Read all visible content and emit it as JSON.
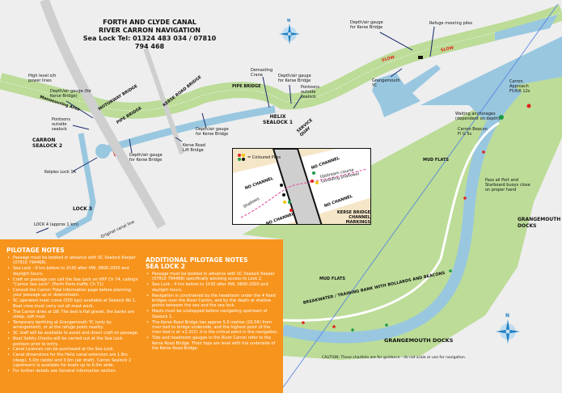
{
  "title": {
    "line1": "FORTH AND CLYDE CANAL",
    "line2": "RIVER CARRON NAVIGATION",
    "line3": "Sea Lock Tel: 01324 483 034 / 07810 794 468"
  },
  "colors": {
    "canal_bank": "#bcdc98",
    "water": "#99c7e0",
    "land": "#eeeeee",
    "notes_bg": "#f7941d",
    "slow": "#e2231a",
    "bridge": "#cfcfcf",
    "compass": "#1f7fc0"
  },
  "compass": {
    "north": "N"
  },
  "labels": {
    "power_lines": "High level o/h\npower lines",
    "gauge_for": "Depth/air gauge (for\nKerse Bridge)",
    "manoeuvring": "Manoeuvring Area",
    "pontoons_left": "Pontoons\noutside\nsealock",
    "motorway_bridge": "MOTORWAY BRIDGE",
    "pipe_bridge_left": "PIPE BRIDGE",
    "kerse_road_bridge": "KERSE ROAD BRIDGE",
    "pipe_bridge": "PIPE BRIDGE",
    "demasting_crane": "Demasting\nCrane",
    "gauge_helix": "Depth/air gauge\nfor Kerse Bridge",
    "pontoons_helix": "Pontoons\noutside\nsealock",
    "helix_sealock": "HELIX\nSEALOCK 1",
    "service_quay": "SERVICE\nQUAY",
    "gauge_mid": "Depth/air gauge\nfor Kerse Bridge",
    "kerse_lift": "Kerse Road\nLift Bridge",
    "gauge_low": "Depth/air gauge\nfor Kerse Bridge",
    "carron_sealock2": "CARRON\nSEALOCK 2",
    "kelpies": "Kelpies Lock 1A",
    "lock3": "LOCK 3",
    "lock4": "LOCK 4 (approx 1 km)",
    "original_canal": "Original canal line",
    "gauge_top": "Depth/air gauge\nfor Kerse Bridge",
    "refuge": "Refuge mooring piles",
    "slow1": "SLOW",
    "slow2": "SLOW",
    "grangemouth_yc": "Grangemouth\nYC",
    "carron_approach": "Carron\nApproach\nFl(4)R 12s",
    "waiting": "Waiting anchorages\n(dependant on depth)",
    "carron_beacon": "Carron Beacon\nFl G 5s",
    "mud_flats_1": "MUD FLATS",
    "pass_buoys": "Pass all Port and\nStarboard buoys close\non proper hand",
    "grangemouth_docks_right": "GRANGEMOUTH\nDOCKS",
    "mud_flats_2": "MUD FLATS",
    "breakwater": "BREAKWATER / TRAINING BANK WITH BOLLARDS AND BEACONS",
    "grangemouth_docks_bottom": "GRANGEMOUTH DOCKS",
    "caution": "CAUTION: These chartlets are for guidance - do not scale or use for navigation."
  },
  "inset": {
    "coloured_piles": "= Coloured Piles",
    "no_channel": "NO CHANNEL",
    "upstream": "Upstream course\n(avoiding shallows)",
    "shallows": "Shallows",
    "caption": "KERSE BRIDGE\nCHANNEL MARKINGS"
  },
  "notes": {
    "title": "PILOTAGE NOTES",
    "items": [
      "Passage must be booked in advance with SC Sealock Keeper (07810 794468).",
      "Sea Lock - 4 hrs before to 2h30 after HW, 0800-2000 and daylight hours.",
      "Craft on passage can call the Sea Lock on VHF Ch 74, callsign \"Carron Sea Lock\". (Forth Ports traffic Ch 71)",
      "Consult the Carron Tidal Information page before planning your passage up or downstream.",
      "SC operated mast crane (500 kgs) available at Sealock No 1. Boat crew must carry out all mast work.",
      "The Carron dries at LW. The bed is flat gravel, the banks are steep, soft mud.",
      "Temporary berthing at Grangemouth YC (only by arrangement), or at the refuge posts nearby.",
      "SC staff will be available to assist and direct craft on passage.",
      "Boat Safety Checks will be carried out at the Sea Lock pontoon prior to entry.",
      "Canal Licences can be purchased at the Sea Lock.",
      "Canal dimensions for the Helix canal extension are 1.8m (deep), 5.0m (wide) and 3.0m (air draft). Carron Sealock 2 (upstream) is available for boats up to 6.0m wide.",
      "For further details see General Information section."
    ],
    "additional_title": "ADDITIONAL PILOTAGE NOTES",
    "additional_subtitle": "SEA LOCK 2",
    "additional_items": [
      "Passage must be booked in advance with SC Sealock Keeper (07810 794468) specifically advising access to Lock 2.",
      "Sea Lock - 4 hrs before to 1h30 after HW, 0800-2000 and daylight hours.",
      "Navigation is constrained by the headroom under the 4 fixed bridges over the River Carron, and by the depth at shallow points between the sea and the sea lock.",
      "Masts must be unstepped before navigating upstream of Sealock 1.",
      "The Kerse Road Bridge has approx 5.0 metres (16.5ft) from river bed to bridge underside, and the highest point of the river bed is at +2.3CD. It is the critical point in the navigation.",
      "Tide and headroom gauges in the River Carron refer to the Kerse Road Bridge. Their tops are level with the underside of the Kerse Road Bridge."
    ]
  }
}
